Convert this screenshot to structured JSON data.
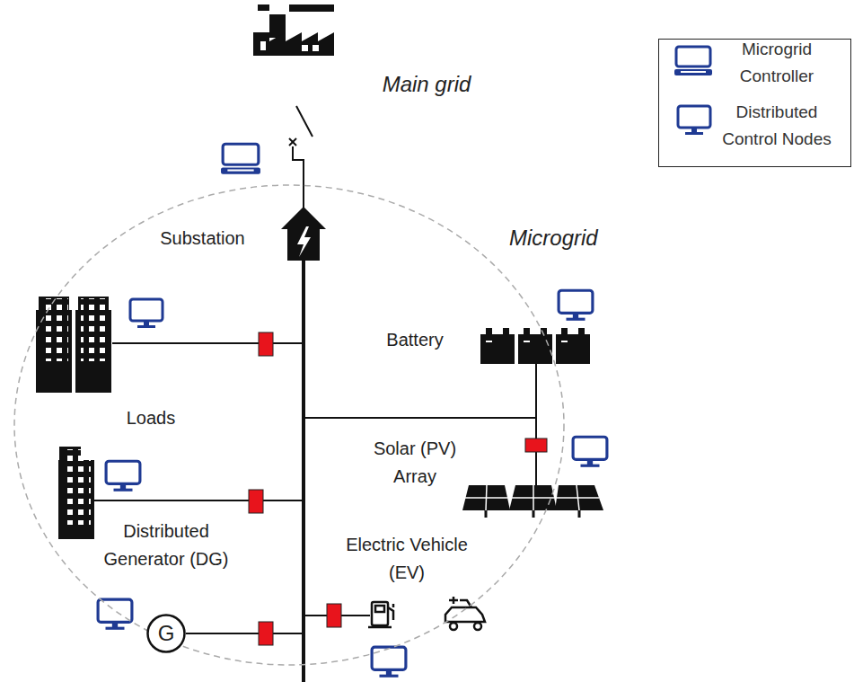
{
  "diagram": {
    "nodes": [
      {
        "text": [
          "Microgrid"
        ]
      },
      {
        "text": [
          "G"
        ],
        "in": 0
      }
    ],
    "labels": [
      "Main grid",
      "Substation",
      "Battery",
      "Loads",
      "Solar (PV) Array",
      "Distributed Generator (DG)",
      "Electric Vehicle (EV)"
    ],
    "legend": [
      {
        "text": "Microgrid Controller"
      },
      {
        "text": "Distributed Control Nodes"
      }
    ]
  }
}
